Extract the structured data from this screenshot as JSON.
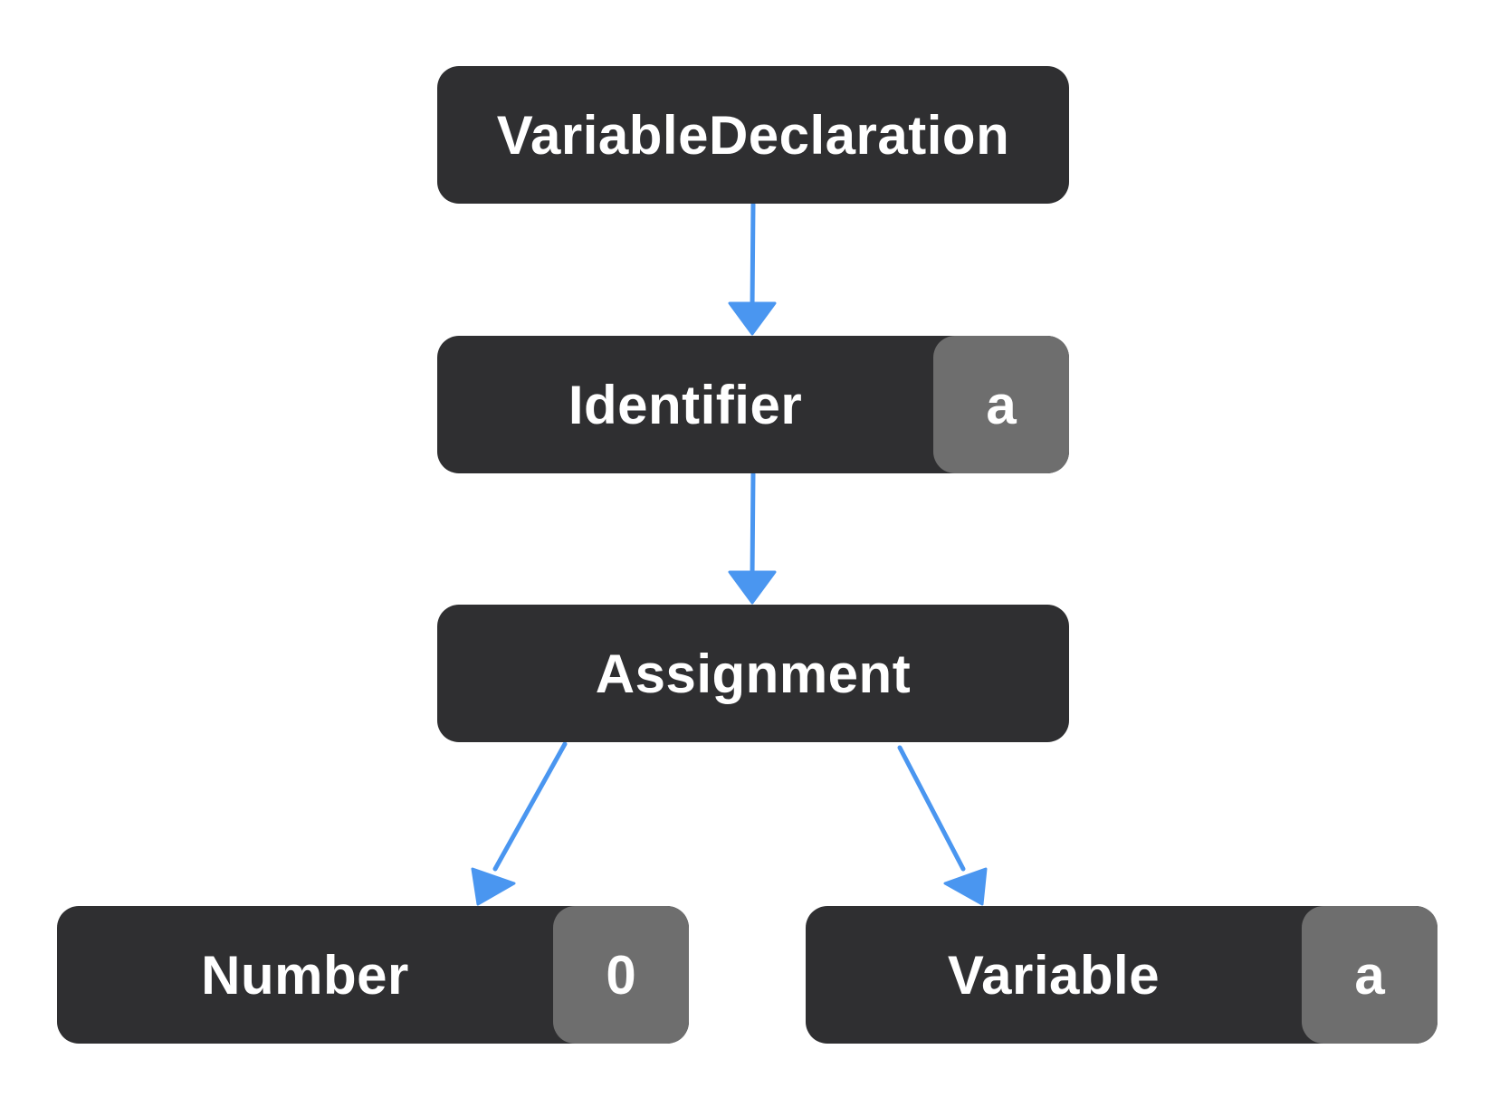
{
  "diagram": {
    "nodes": [
      {
        "id": "root",
        "label": "VariableDeclaration",
        "value": ""
      },
      {
        "id": "identifier",
        "label": "Identifier",
        "value": "a"
      },
      {
        "id": "assignment",
        "label": "Assignment",
        "value": ""
      },
      {
        "id": "number",
        "label": "Number",
        "value": "0"
      },
      {
        "id": "variable",
        "label": "Variable",
        "value": "a"
      }
    ],
    "edges": [
      {
        "from": "root",
        "to": "identifier"
      },
      {
        "from": "identifier",
        "to": "assignment"
      },
      {
        "from": "assignment",
        "to": "number"
      },
      {
        "from": "assignment",
        "to": "variable"
      }
    ],
    "colors": {
      "node_fill": "#2f2f31",
      "value_fill": "#6e6e6e",
      "text": "#ffffff",
      "arrow": "#4a96f0"
    }
  }
}
